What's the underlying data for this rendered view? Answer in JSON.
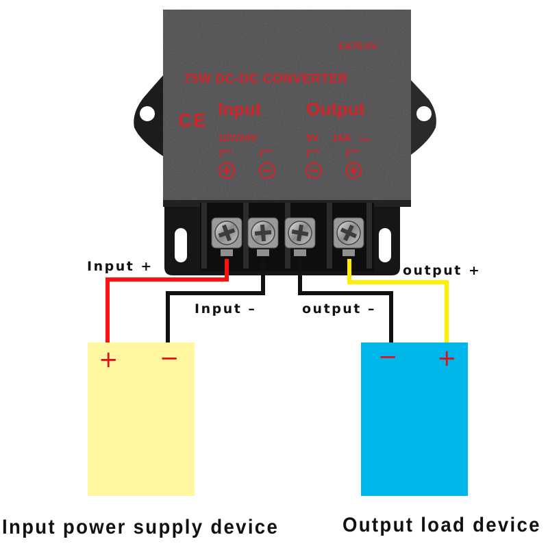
{
  "converter": {
    "model": "EA75-5V",
    "title": "75W DC-DC CONVERTER",
    "certification_mark": "CE",
    "input_heading": "Input",
    "output_heading": "Output",
    "input_voltage": "12V/24V",
    "output_voltage": "5V",
    "output_current": "15A",
    "output_current_suffix": "max",
    "terminal_symbols": [
      "+",
      "−",
      "−",
      "+"
    ]
  },
  "wire_labels": {
    "input_plus": "Input +",
    "input_minus": "Input –",
    "output_minus": "output –",
    "output_plus": "output +"
  },
  "devices": {
    "input": {
      "label": "Input power supply device",
      "left_symbol": "+",
      "right_symbol": "−",
      "color": "#fff7a0"
    },
    "output": {
      "label": "Output load device",
      "left_symbol": "−",
      "right_symbol": "+",
      "color": "#00b7ec"
    }
  },
  "colors": {
    "housing": "#3a3a3c",
    "print": "#d3242a",
    "wire_positive_input": "#ff1010",
    "wire_negative": "#111111",
    "wire_positive_output": "#ffee00",
    "polarity_mark": "#e0101a"
  }
}
